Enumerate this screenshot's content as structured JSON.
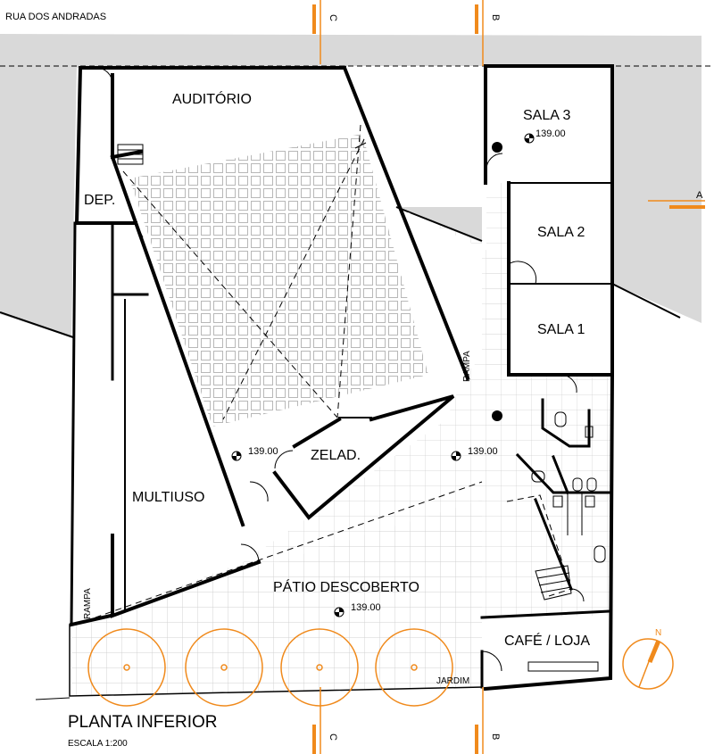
{
  "street": "RUA DOS ANDRADAS",
  "rooms": {
    "auditorio": "AUDITÓRIO",
    "sala3": "SALA 3",
    "sala2": "SALA 2",
    "sala1": "SALA 1",
    "dep": "DEP.",
    "zelad": "ZELAD.",
    "multiuso": "MULTIUSO",
    "patio": "PÁTIO DESCOBERTO",
    "cafe": "CAFÉ / LOJA",
    "jardim": "JARDIM"
  },
  "ramps": {
    "right": "RAMPA",
    "left": "RAMPA"
  },
  "levels": {
    "sala3": "139.00",
    "auditorio": "139.00",
    "hall": "139.00",
    "patio": "139.00"
  },
  "sections": {
    "c_top": "C",
    "b_top": "B",
    "a_right": "A",
    "c_bottom": "C",
    "b_bottom": "B"
  },
  "north": "N",
  "plan_title": "PLANTA INFERIOR",
  "scale": "ESCALA 1:200",
  "colors": {
    "accent": "#f08a1c",
    "terrain": "#d9d9d9",
    "wall": "#000000",
    "grid": "#c8c8c8"
  }
}
